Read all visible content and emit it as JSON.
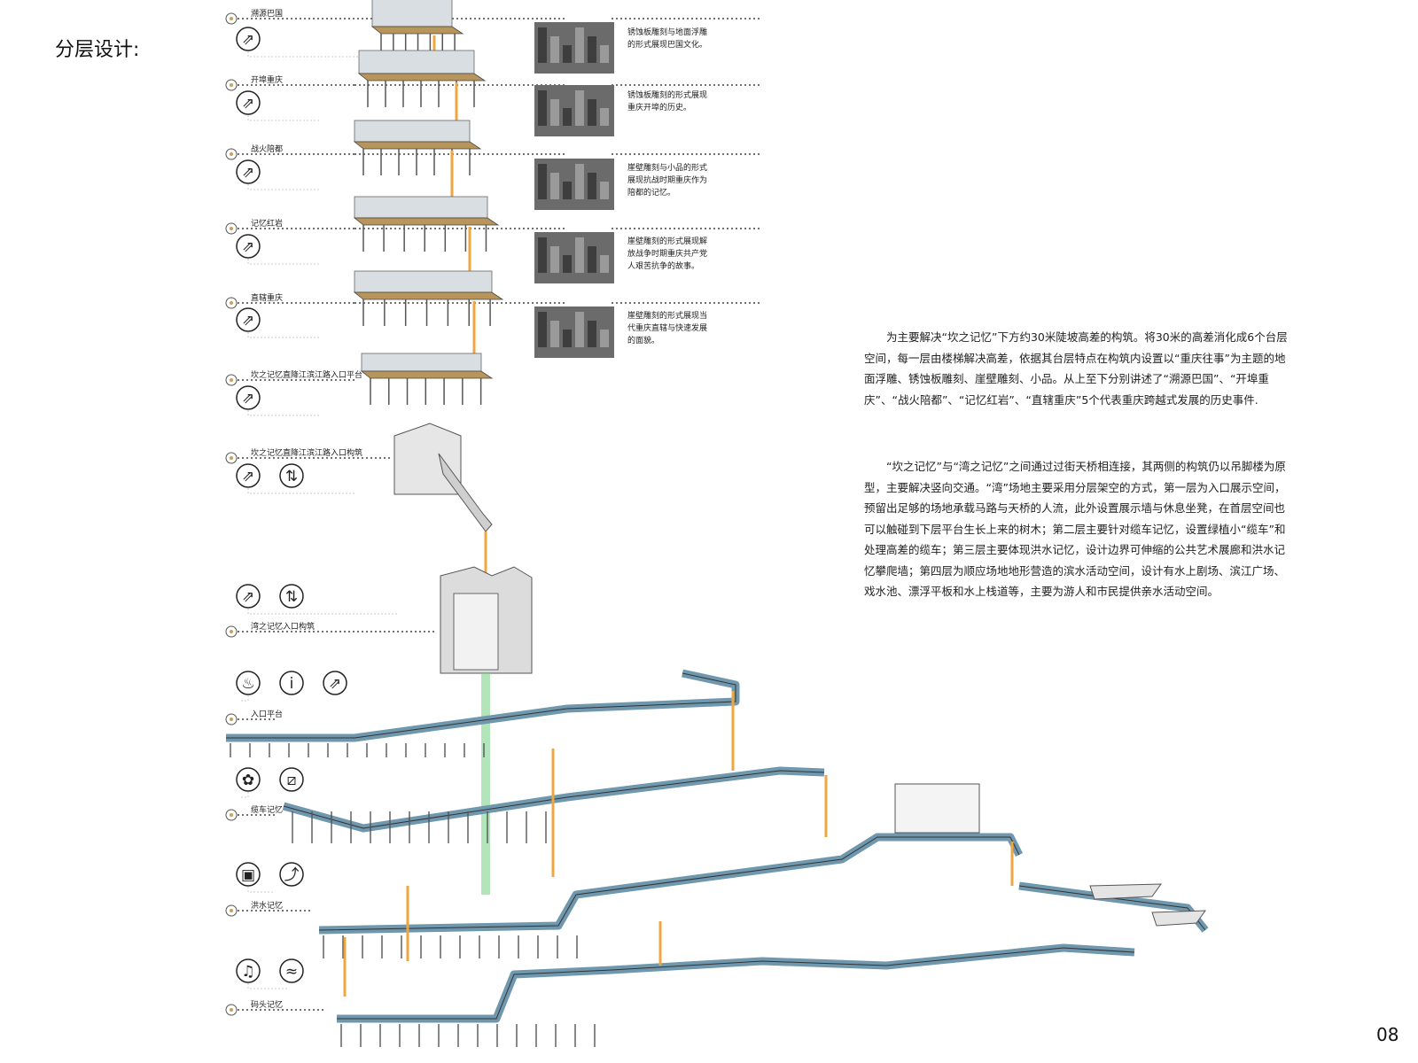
{
  "page": {
    "title": "分层设计:",
    "page_number": "08"
  },
  "layers": [
    {
      "label": "溯源巴国",
      "caption": "锈蚀板雕刻与地面浮雕的形式展现巴国文化。",
      "icons": [
        "escalator-icon"
      ]
    },
    {
      "label": "开埠重庆",
      "caption": "锈蚀板雕刻的形式展现重庆开埠的历史。",
      "icons": [
        "escalator-icon"
      ]
    },
    {
      "label": "战火陪都",
      "caption": "崖壁雕刻与小品的形式展现抗战时期重庆作为陪都的记忆。",
      "icons": [
        "escalator-icon"
      ]
    },
    {
      "label": "记忆红岩",
      "caption": "崖壁雕刻的形式展现解放战争时期重庆共产党人艰苦抗争的故事。",
      "icons": [
        "escalator-icon"
      ]
    },
    {
      "label": "直辖重庆",
      "caption": "崖壁雕刻的形式展现当代重庆直辖与快速发展的面貌。",
      "icons": [
        "escalator-icon"
      ]
    },
    {
      "label": "坎之记忆直降江滨江路入口平台",
      "icons": [
        "escalator-icon"
      ]
    },
    {
      "label": "坎之记忆直降江滨江路入口构筑",
      "icons": [
        "escalator-icon",
        "elevator-icon"
      ]
    },
    {
      "label": "湾之记忆入口构筑",
      "icons": [
        "escalator-icon",
        "elevator-icon"
      ]
    },
    {
      "label": "入口平台",
      "icons": [
        "rest-icon",
        "info-icon",
        "escalator-icon"
      ]
    },
    {
      "label": "缆车记忆",
      "icons": [
        "planting-icon",
        "cable-car-icon"
      ]
    },
    {
      "label": "洪水记忆",
      "icons": [
        "exhibition-icon",
        "climbing-icon"
      ]
    },
    {
      "label": "码头记忆",
      "icons": [
        "theater-icon",
        "water-play-icon"
      ]
    }
  ],
  "description": {
    "paragraph_1": "为主要解决“坎之记忆”下方约30米陡坡高差的构筑。将30米的高差消化成6个台层空间，每一层由楼梯解决高差，依据其台层特点在构筑内设置以“重庆往事”为主题的地面浮雕、锈蚀板雕刻、崖壁雕刻、小品。从上至下分别讲述了“溯源巴国”、“开埠重庆”、“战火陪都”、“记忆红岩”、“直辖重庆”5个代表重庆跨越式发展的历史事件.",
    "paragraph_2": "“坎之记忆”与“湾之记忆”之间通过过街天桥相连接，其两侧的构筑仍以吊脚楼为原型，主要解决竖向交通。“湾”场地主要采用分层架空的方式，第一层为入口展示空间，预留出足够的场地承载马路与天桥的人流，此外设置展示墙与休息坐凳，在首层空间也可以触碰到下层平台生长上来的树木；第二层主要针对缆车记忆，设置绿植小“缆车”和处理高差的缆车；第三层主要体现洪水记忆，设计边界可伸缩的公共艺术展廊和洪水记忆攀爬墙；第四层为顺应场地地形营造的滨水活动空间，设计有水上剧场、滨江广场、戏水池、漂浮平板和水上栈道等，主要为游人和市民提供亲水活动空间。"
  },
  "colors": {
    "timber": "#b8955a",
    "water": "#6f97ad",
    "stair": "#f0a640",
    "lift": "#7fd38c",
    "structure": "#555555"
  }
}
